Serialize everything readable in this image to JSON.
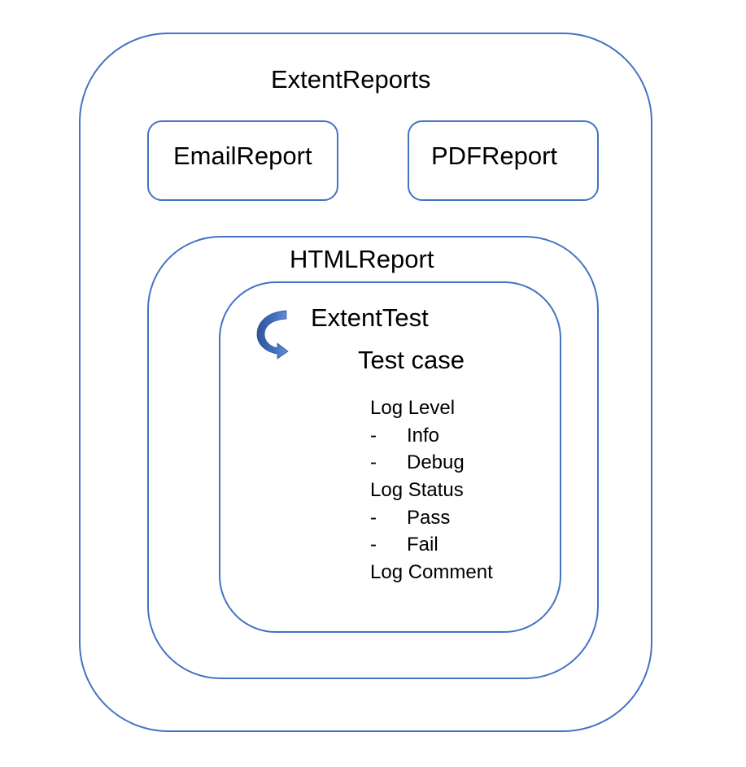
{
  "diagram": {
    "outer_title": "ExtentReports",
    "email_report": "EmailReport",
    "pdf_report": "PDFReport",
    "html_report": "HTMLReport",
    "extent_test": "ExtentTest",
    "test_case": "Test case",
    "log_items": [
      {
        "text": "Log Level",
        "sub": false
      },
      {
        "text": "Info",
        "sub": true
      },
      {
        "text": "Debug",
        "sub": true
      },
      {
        "text": "Log Status",
        "sub": false
      },
      {
        "text": "Pass",
        "sub": true
      },
      {
        "text": "Fail",
        "sub": true
      },
      {
        "text": "Log Comment",
        "sub": false
      }
    ],
    "colors": {
      "border": "#4472c4",
      "arrow": "#2f5597",
      "text": "#000000"
    },
    "icons": {
      "curved_arrow": "curved-arrow-icon"
    }
  }
}
